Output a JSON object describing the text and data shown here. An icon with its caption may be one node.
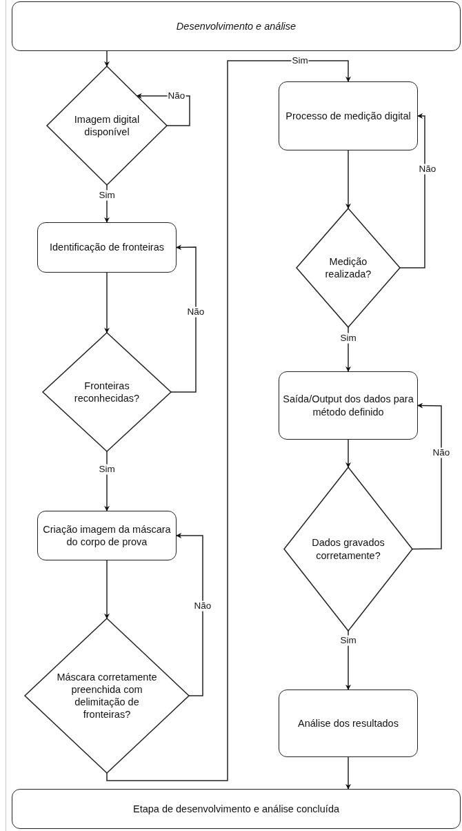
{
  "diagram": {
    "nodes": [
      {
        "text": [
          "Desenvolvimento e análise"
        ]
      },
      {
        "text": [
          "Imagem digital disponível"
        ]
      },
      {
        "text": [
          "Identificação de fronteiras"
        ]
      },
      {
        "text": [
          "Fronteiras reconhecidas?"
        ]
      },
      {
        "text": [
          "Criação imagem da máscara do corpo de prova"
        ]
      },
      {
        "text": [
          "Máscara corretamente preenchida com delimitação de fronteiras?"
        ]
      },
      {
        "text": [
          "Processo de medição digital"
        ]
      },
      {
        "text": [
          "Medição realizada?"
        ]
      },
      {
        "text": [
          "Saída/Output dos dados para método definido"
        ]
      },
      {
        "text": [
          "Dados gravados corretamente?"
        ]
      },
      {
        "text": [
          "Análise dos resultados"
        ]
      },
      {
        "text": [
          "Etapa de desenvolvimento e análise concluída"
        ]
      }
    ],
    "edges": [
      {
        "from": 0,
        "to": 1,
        "arrow": "to"
      },
      {
        "from": 1,
        "to": 1,
        "arrow": "to",
        "label": "Não"
      },
      {
        "from": 1,
        "to": 2,
        "arrow": "to",
        "label": "Sim"
      },
      {
        "from": 2,
        "to": 3,
        "arrow": "to"
      },
      {
        "from": 3,
        "to": 2,
        "arrow": "to",
        "label": "Não"
      },
      {
        "from": 3,
        "to": 4,
        "arrow": "to",
        "label": "Sim"
      },
      {
        "from": 4,
        "to": 5,
        "arrow": "to"
      },
      {
        "from": 5,
        "to": 4,
        "arrow": "to",
        "label": "Não"
      },
      {
        "from": 5,
        "to": 6,
        "arrow": "to",
        "label": "Sim"
      },
      {
        "from": 6,
        "to": 7,
        "arrow": "to"
      },
      {
        "from": 7,
        "to": 6,
        "arrow": "to",
        "label": "Não"
      },
      {
        "from": 7,
        "to": 8,
        "arrow": "to",
        "label": "Sim"
      },
      {
        "from": 8,
        "to": 9,
        "arrow": "to"
      },
      {
        "from": 9,
        "to": 8,
        "arrow": "to",
        "label": "Não"
      },
      {
        "from": 9,
        "to": 10,
        "arrow": "to",
        "label": "Sim"
      },
      {
        "from": 10,
        "to": 11,
        "arrow": "to"
      }
    ]
  }
}
